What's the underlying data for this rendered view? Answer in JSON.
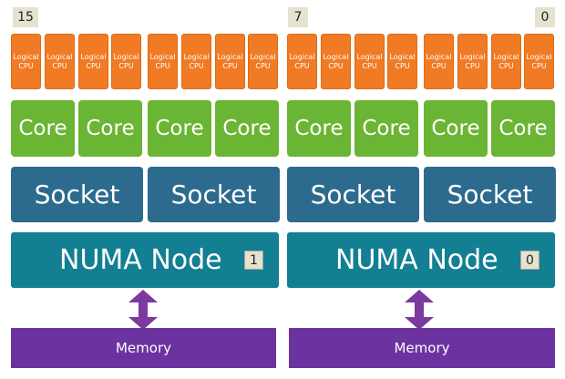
{
  "labels": {
    "logical_cpu": "Logical\nCPU",
    "core": "Core",
    "socket": "Socket",
    "numa_node": "NUMA Node",
    "memory": "Memory"
  },
  "cpu_indices": {
    "first": "15",
    "middle": "7",
    "last": "0"
  },
  "numa_ids": [
    "1",
    "0"
  ],
  "colors": {
    "logical_cpu": "#f07b24",
    "core": "#6bb534",
    "socket": "#2c6b8d",
    "numa": "#127f92",
    "memory": "#6c33a0",
    "arrow": "#7a3a9e",
    "tag": "#e5e2d0"
  },
  "icons": [
    "double-arrow-icon"
  ]
}
